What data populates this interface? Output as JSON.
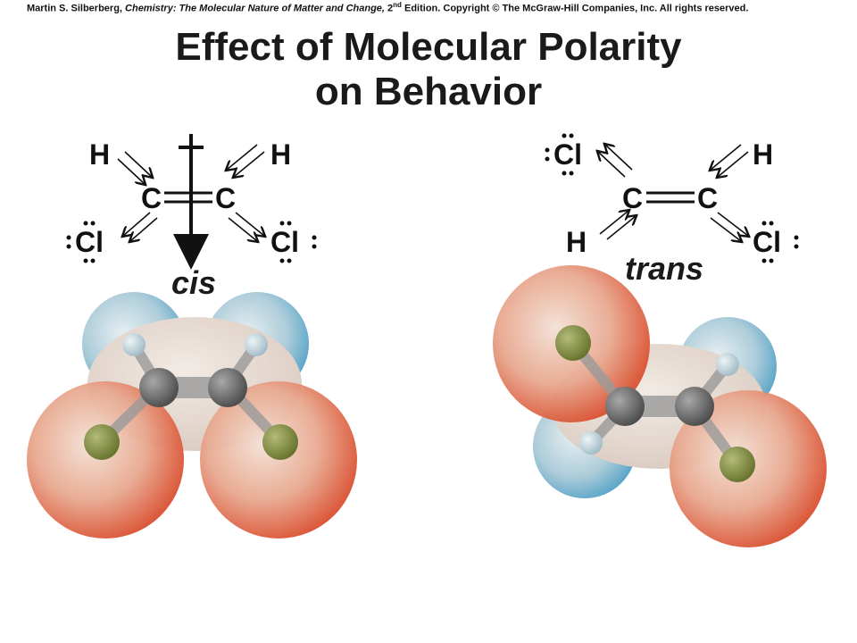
{
  "credit": {
    "author": "Martin S. Silberberg,",
    "book": "Chemistry: The Molecular Nature of Matter and Change,",
    "edition_num": "2",
    "edition_sup": "nd",
    "rest": "Edition.  Copyright © The McGraw-Hill Companies, Inc. All rights reserved."
  },
  "title": {
    "line1": "Effect of Molecular Polarity",
    "line2": "on Behavior"
  },
  "cis": {
    "label": "cis",
    "atoms": {
      "h_left": "H",
      "h_right": "H",
      "c_left": "C",
      "c_right": "C",
      "cl_left": "Cl",
      "cl_right": "Cl"
    }
  },
  "trans": {
    "label": "trans",
    "atoms": {
      "cl_top": "Cl",
      "h_top": "H",
      "c_left": "C",
      "c_right": "C",
      "h_bottom": "H",
      "cl_bottom": "Cl"
    }
  },
  "colors": {
    "negative": "#d94a2a",
    "positive": "#4f9fc4",
    "neutral": "#e6d8cf",
    "carbon": "#6b6b6b",
    "chlorine": "#7a8a3a",
    "hydrogen": "#c9dbe3"
  }
}
